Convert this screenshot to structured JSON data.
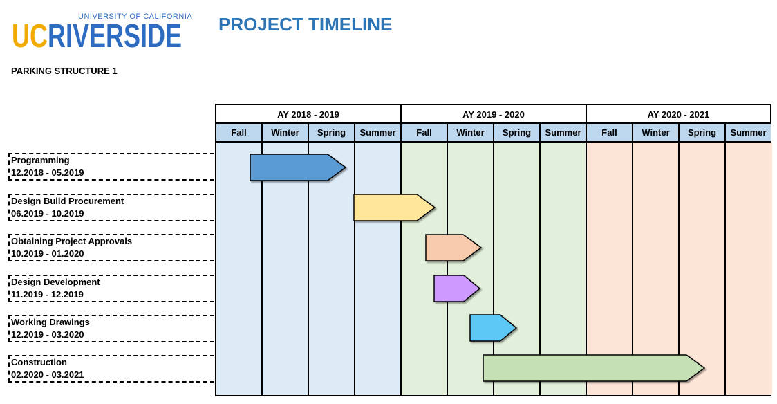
{
  "header": {
    "logo_uc": "UC",
    "logo_riverside": "RIVERSIDE",
    "logo_university": "UNIVERSITY OF CALIFORNIA",
    "title": "PROJECT TIMELINE",
    "subtitle": "PARKING STRUCTURE 1"
  },
  "years": [
    "AY 2018 - 2019",
    "AY 2019 - 2020",
    "AY 2020 - 2021"
  ],
  "year_colors": [
    "#DDEBF7",
    "#E2EFDA",
    "#FCE4D6"
  ],
  "seasons": [
    "Fall",
    "Winter",
    "Spring",
    "Summer",
    "Fall",
    "Winter",
    "Spring",
    "Summer",
    "Fall",
    "Winter",
    "Spring",
    "Summer"
  ],
  "tasks": [
    {
      "name": "Programming",
      "dates": "12.2018 - 05.2019",
      "color": "#5B9BD5"
    },
    {
      "name": "Design Build Procurement",
      "dates": "06.2019 - 10.2019",
      "color": "#FFE699"
    },
    {
      "name": "Obtaining Project Approvals",
      "dates": "10.2019 - 01.2020",
      "color": "#F8CBAD"
    },
    {
      "name": "Design Development",
      "dates": "11.2019 - 12.2019",
      "color": "#CC99FF"
    },
    {
      "name": "Working Drawings",
      "dates": "12.2019 - 03.2020",
      "color": "#5BC8F5"
    },
    {
      "name": "Construction",
      "dates": "02.2020 - 03.2021",
      "color": "#C5E0B4"
    }
  ]
}
